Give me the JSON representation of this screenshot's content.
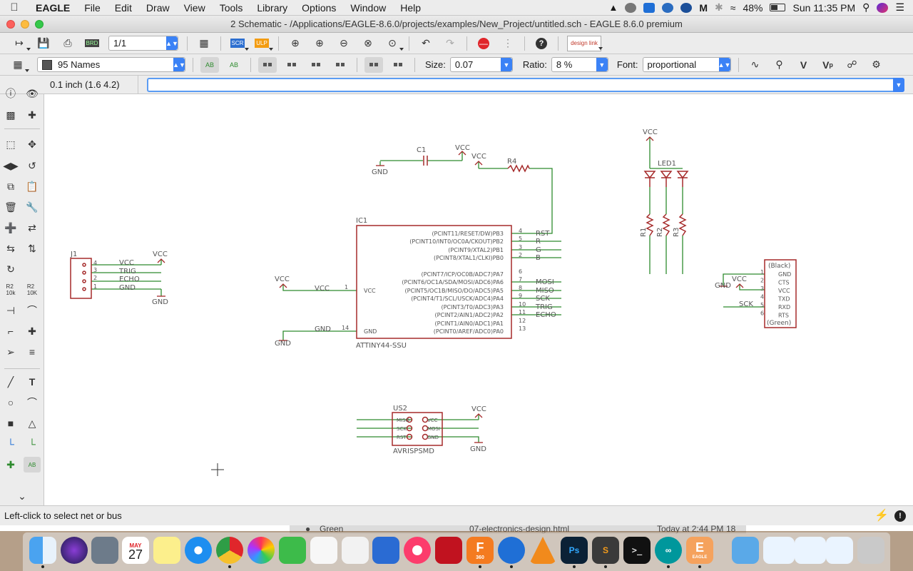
{
  "menubar": {
    "app": "EAGLE",
    "items": [
      "File",
      "Edit",
      "Draw",
      "View",
      "Tools",
      "Library",
      "Options",
      "Window",
      "Help"
    ],
    "battery": "48%",
    "battery_level": 0.48,
    "clock": "Sun 11:35 PM"
  },
  "window": {
    "title": "2 Schematic - /Applications/EAGLE-8.6.0/projects/examples/New_Project/untitled.sch - EAGLE 8.6.0 premium"
  },
  "toolbar1": {
    "sheet": "1/1",
    "brd_label": "BRD",
    "scr_label": "SCR",
    "ulp_label": "ULP",
    "designlink": "design link"
  },
  "toolbar2": {
    "layer": "95 Names",
    "layer_color": "#555555",
    "size_label": "Size:",
    "size_value": "0.07",
    "ratio_label": "Ratio:",
    "ratio_value": "8 %",
    "font_label": "Font:",
    "font_value": "proportional"
  },
  "command": {
    "coords": "0.1 inch (1.6 4.2)",
    "input_value": ""
  },
  "status": {
    "message": "Left-click to select net or bus"
  },
  "schematic": {
    "colors": {
      "net": "#2e8b2e",
      "part": "#a52a2a",
      "text": "#555555"
    },
    "ic1": {
      "name": "IC1",
      "value": "ATTINY44-SSU",
      "left_pins": [
        {
          "num": "1",
          "label": "VCC"
        },
        {
          "num": "14",
          "label": "GND"
        }
      ],
      "right_pins": [
        {
          "num": "4",
          "label": "(PCINT11/RESET/DW)PB3",
          "net": "RST"
        },
        {
          "num": "5",
          "label": "(PCINT10/INT0/OC0A/CKOUT)PB2",
          "net": "R"
        },
        {
          "num": "3",
          "label": "(PCINT9/XTAL2)PB1",
          "net": "G"
        },
        {
          "num": "2",
          "label": "(PCINT8/XTAL1/CLKI)PB0",
          "net": "B"
        },
        {
          "num": "6",
          "label": "(PCINT7/ICP/OC0B/ADC7)PA7",
          "net": ""
        },
        {
          "num": "7",
          "label": "(PCINT6/OC1A/SDA/MOSI/ADC6)PA6",
          "net": "MOSI"
        },
        {
          "num": "8",
          "label": "(PCINT5/OC1B/MISO/DO/ADC5)PA5",
          "net": "MISO"
        },
        {
          "num": "9",
          "label": "(PCINT4/T1/SCL/USCK/ADC4)PA4",
          "net": "SCK"
        },
        {
          "num": "10",
          "label": "(PCINT3/T0/ADC3)PA3",
          "net": "TRIG"
        },
        {
          "num": "11",
          "label": "(PCINT2/AIN1/ADC2)PA2",
          "net": "ECHO"
        },
        {
          "num": "12",
          "label": "(PCINT1/AIN0/ADC1)PA1",
          "net": ""
        },
        {
          "num": "13",
          "label": "(PCINT0/AREF/ADC0)PA0",
          "net": ""
        }
      ]
    },
    "j1": {
      "name": "J1",
      "pins": [
        {
          "num": "4",
          "net": "VCC"
        },
        {
          "num": "3",
          "net": "TRIG"
        },
        {
          "num": "2",
          "net": "ECHO"
        },
        {
          "num": "1",
          "net": "GND"
        }
      ]
    },
    "ftdi": {
      "top": "(Black)",
      "bottom": "(Green)",
      "pins": [
        {
          "num": "1",
          "label": "GND"
        },
        {
          "num": "2",
          "label": "CTS"
        },
        {
          "num": "3",
          "label": "VCC"
        },
        {
          "num": "4",
          "label": "TXD"
        },
        {
          "num": "5",
          "label": "RXD"
        },
        {
          "num": "6",
          "label": "RTS"
        }
      ],
      "nets": {
        "vcc": "VCC",
        "gnd": "GND",
        "sck": "SCK"
      }
    },
    "us2": {
      "name": "US2",
      "value": "AVRISPSMD",
      "left": [
        "MISO",
        "SCK",
        "RST"
      ],
      "right": [
        "VCC",
        "MOSI",
        "GND"
      ]
    },
    "c1": "C1",
    "r4": "R4",
    "led1": "LED1",
    "resistors": [
      "R1",
      "R2",
      "R3"
    ],
    "supply": {
      "vcc": "VCC",
      "gnd": "GND"
    }
  },
  "dock": {
    "calendar_month": "MAY",
    "calendar_day": "27",
    "peek_text_1": "Green",
    "peek_text_2": "07-electronics-design.html",
    "peek_text_3": "Today at 2:44 PM",
    "peek_text_4": "18",
    "eagle_label": "EAGLE",
    "f360_label": "360"
  }
}
